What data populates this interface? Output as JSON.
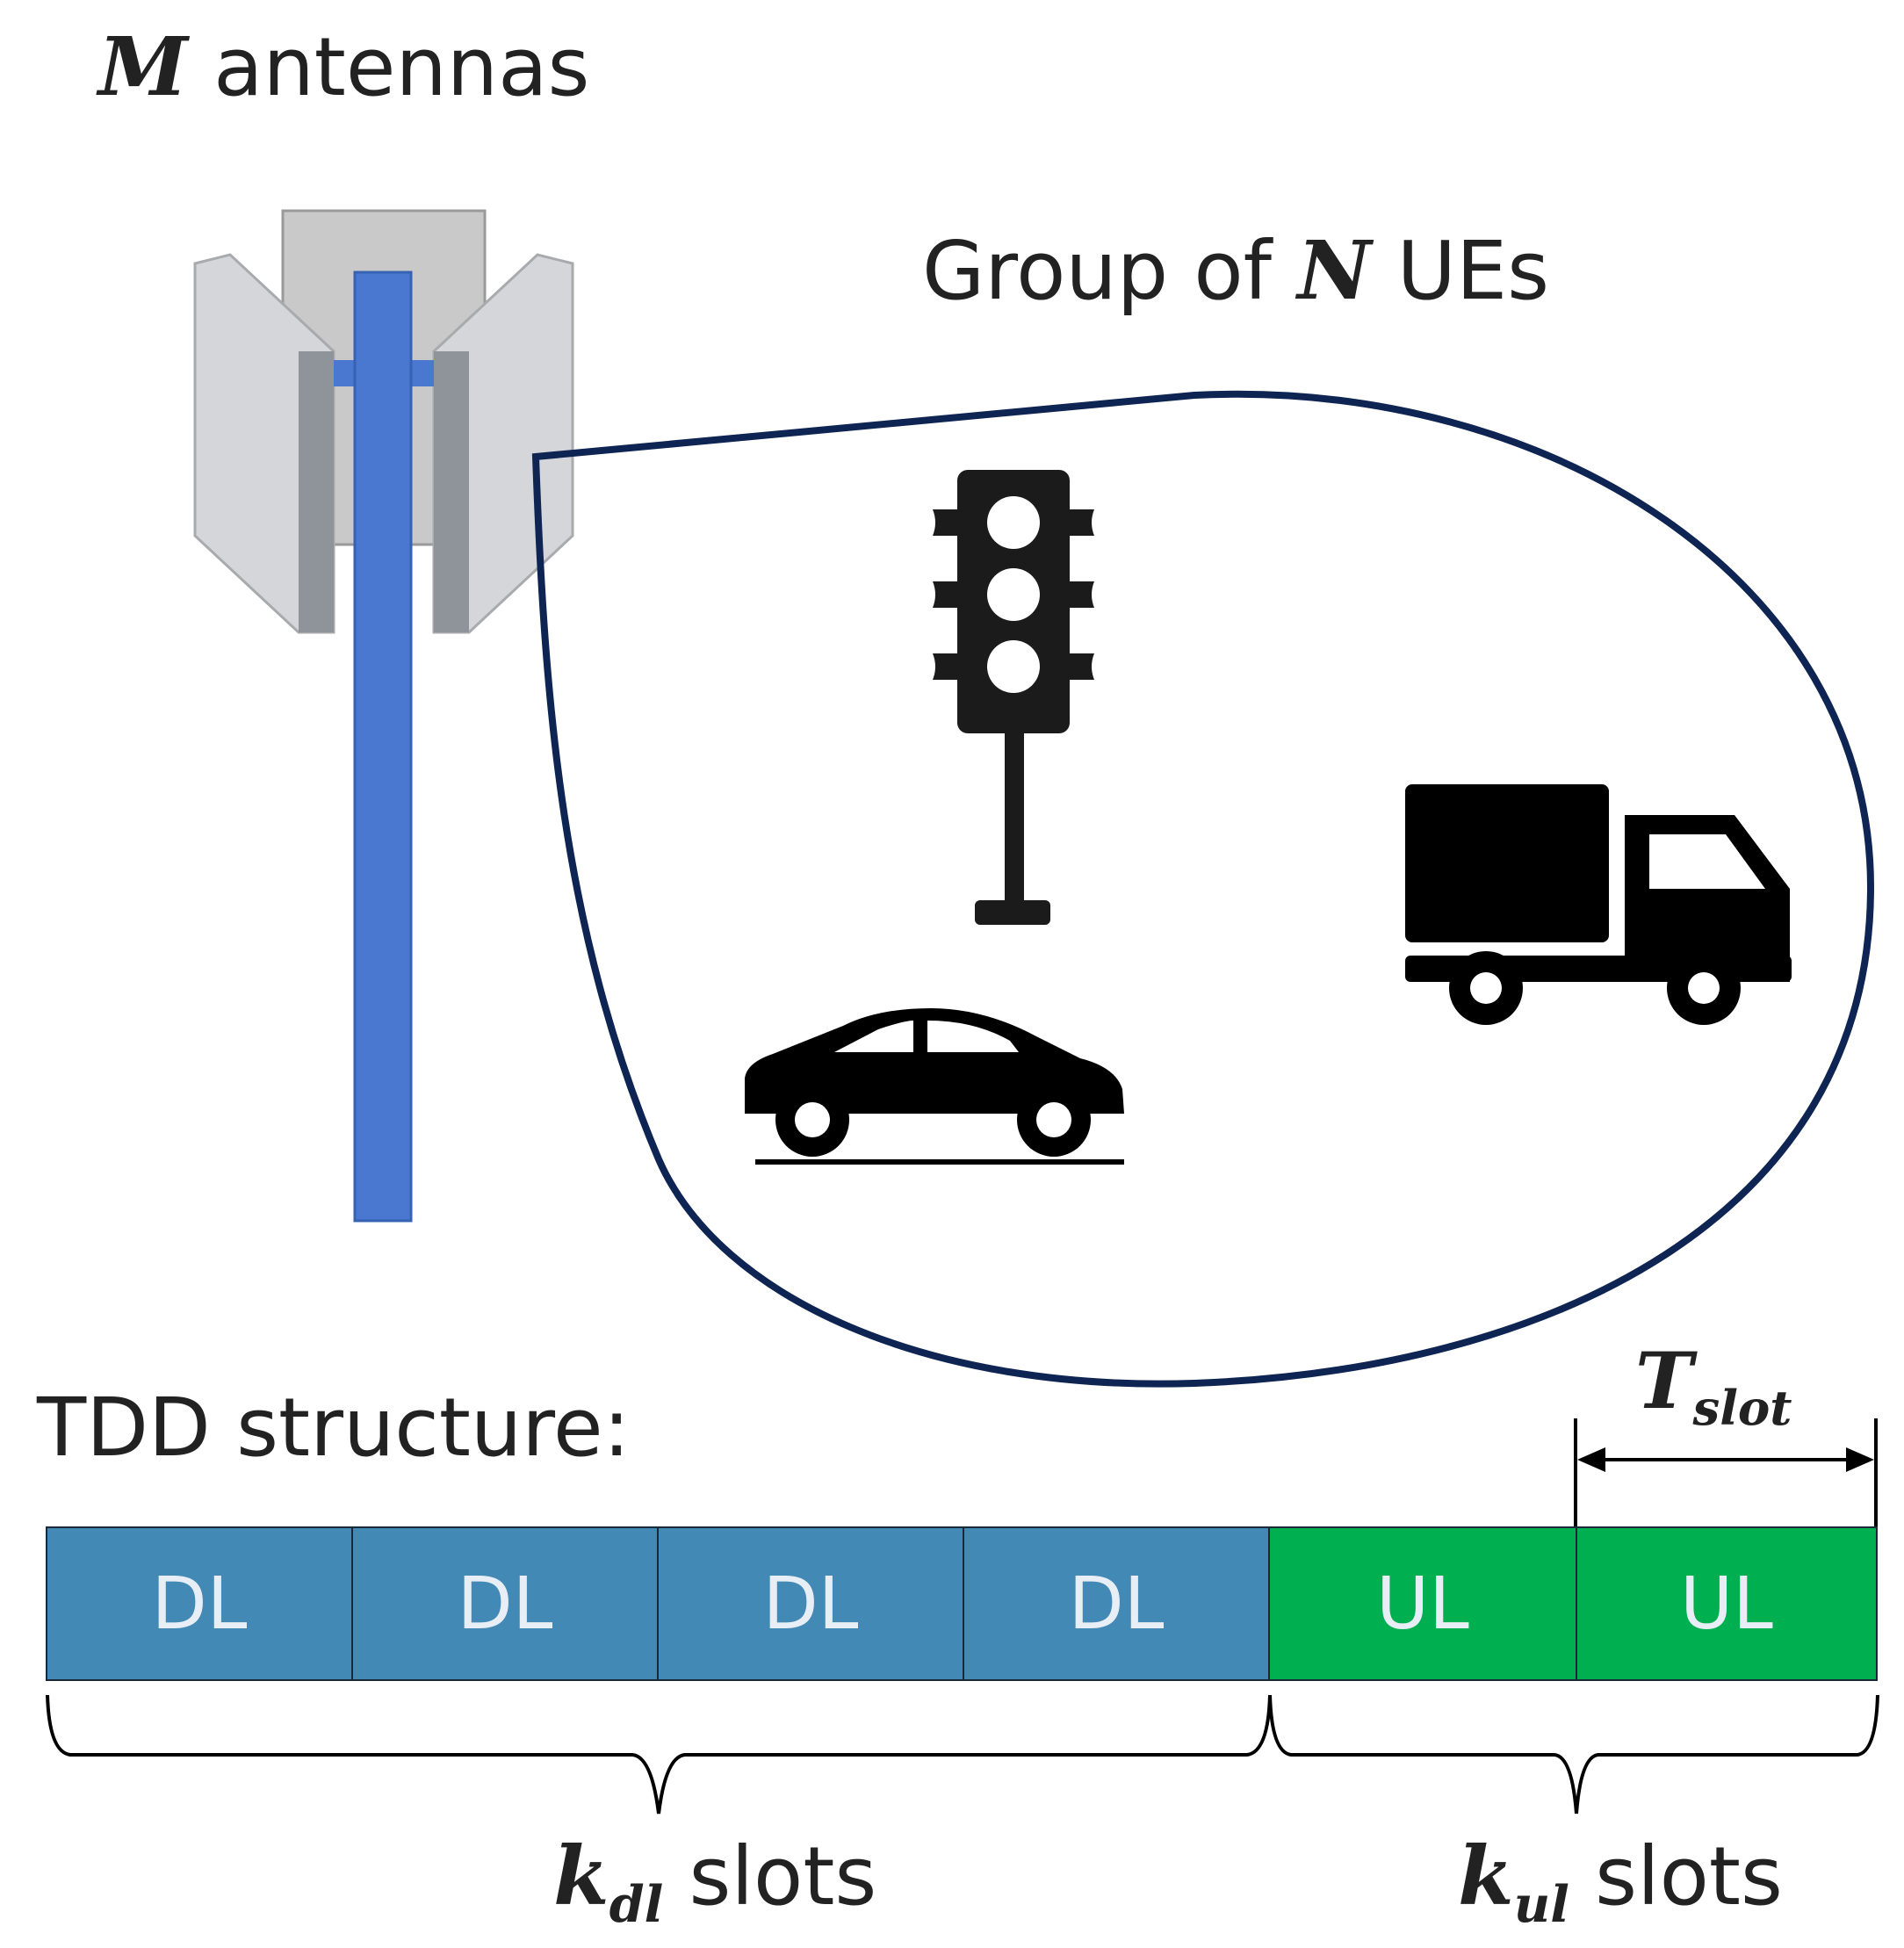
{
  "labels": {
    "m_antennas_var": "M",
    "m_antennas_text": " antennas",
    "group_prefix": "Group of ",
    "group_var": "N",
    "group_suffix": " UEs",
    "tdd_structure": "TDD structure:",
    "kdl_var": "k",
    "kdl_sub": "dl",
    "kdl_text": " slots",
    "kul_var": "k",
    "kul_sub": "ul",
    "kul_text": " slots",
    "tslot_var": "T",
    "tslot_sub": "slot"
  },
  "slots": [
    {
      "label": "DL"
    },
    {
      "label": "DL"
    },
    {
      "label": "DL"
    },
    {
      "label": "DL"
    },
    {
      "label": "UL"
    },
    {
      "label": "UL"
    }
  ],
  "icons": [
    "cell-tower-icon",
    "traffic-light-icon",
    "truck-icon",
    "car-icon"
  ],
  "colors": {
    "dl": "#4289b5",
    "ul": "#00b050",
    "tower": "#4a78d0",
    "group_outline": "#0e2453"
  }
}
